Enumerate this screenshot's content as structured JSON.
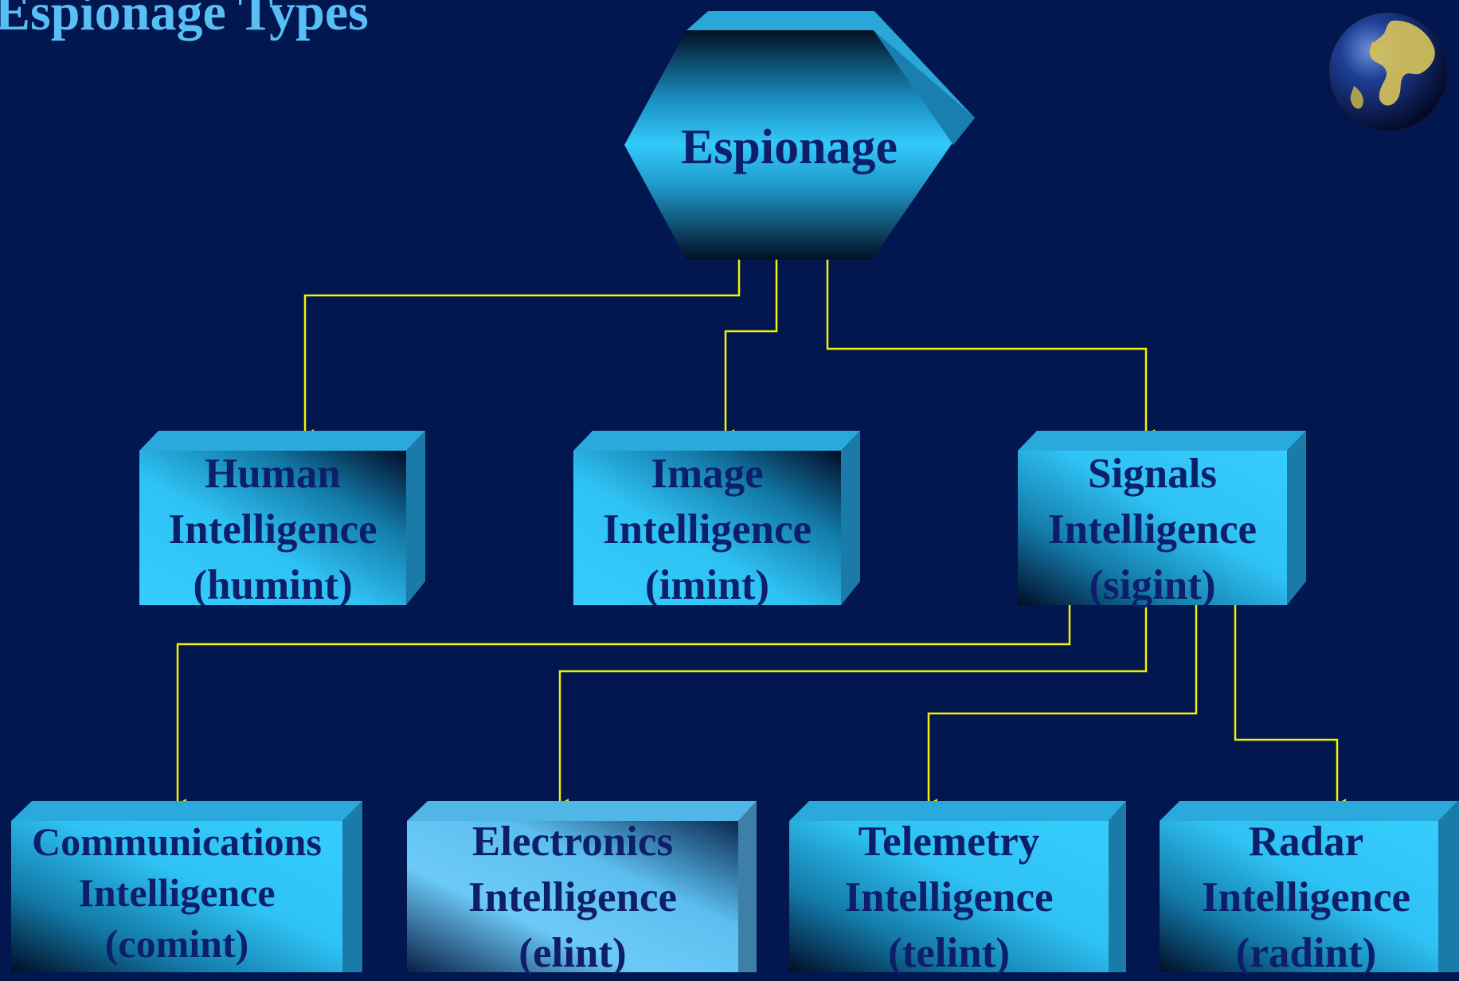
{
  "title": "Espionage Types",
  "root": {
    "label": "Espionage"
  },
  "level1": [
    {
      "lines": [
        "Human",
        "Intelligence",
        "(humint)"
      ]
    },
    {
      "lines": [
        "Image",
        "Intelligence",
        "(imint)"
      ]
    },
    {
      "lines": [
        "Signals",
        "Intelligence",
        "(sigint)"
      ]
    }
  ],
  "level2": [
    {
      "lines": [
        "Communications",
        "Intelligence",
        "(comint)"
      ]
    },
    {
      "lines": [
        "Electronics",
        "Intelligence",
        "(elint)"
      ]
    },
    {
      "lines": [
        "Telemetry",
        "Intelligence",
        "(telint)"
      ]
    },
    {
      "lines": [
        "Radar",
        "Intelligence",
        "(radint)"
      ]
    }
  ],
  "colors": {
    "background": "#021650",
    "box_light": "#33c9fb",
    "box_dark": "#031a3c",
    "connector": "#f2f200",
    "text": "#0e1f6a",
    "title": "#58bff5"
  },
  "icons": [
    "globe-icon"
  ]
}
